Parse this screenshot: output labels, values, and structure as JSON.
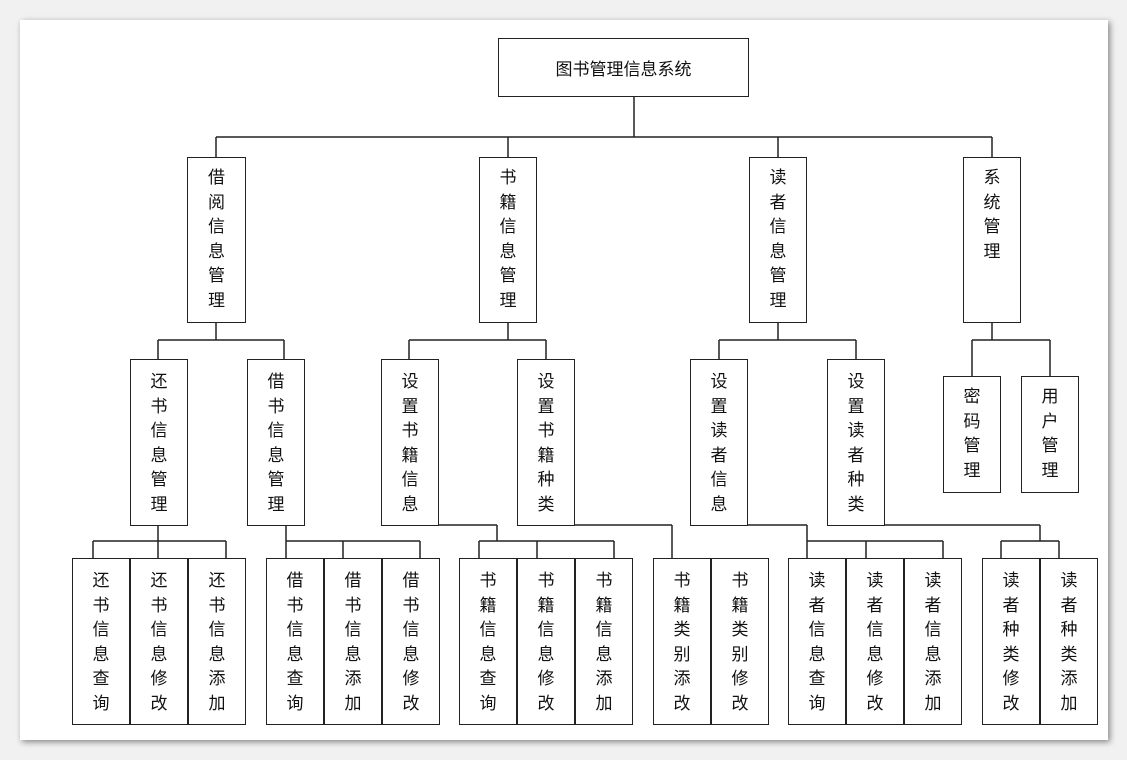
{
  "diagram": {
    "root": {
      "id": "root",
      "label": "图书管理信息系统"
    },
    "modules": [
      {
        "id": "m1",
        "label": "借阅信息管理"
      },
      {
        "id": "m2",
        "label": "书籍信息管理"
      },
      {
        "id": "m3",
        "label": "读者信息管理"
      },
      {
        "id": "m4",
        "label": "系统管理"
      }
    ],
    "submodules": [
      {
        "id": "s1",
        "parent": "m1",
        "label": "还书信息管理"
      },
      {
        "id": "s2",
        "parent": "m1",
        "label": "借书信息管理"
      },
      {
        "id": "s3",
        "parent": "m2",
        "label": "设置书籍信息"
      },
      {
        "id": "s4",
        "parent": "m2",
        "label": "设置书籍种类"
      },
      {
        "id": "s5",
        "parent": "m3",
        "label": "设置读者信息"
      },
      {
        "id": "s6",
        "parent": "m3",
        "label": "设置读者种类"
      },
      {
        "id": "s7",
        "parent": "m4",
        "label": "密码管理"
      },
      {
        "id": "s8",
        "parent": "m4",
        "label": "用户管理"
      }
    ],
    "functions": [
      {
        "id": "f1",
        "parent": "s1",
        "label": "还书信息查询"
      },
      {
        "id": "f2",
        "parent": "s1",
        "label": "还书信息修改"
      },
      {
        "id": "f3",
        "parent": "s1",
        "label": "还书信息添加"
      },
      {
        "id": "f4",
        "parent": "s2",
        "label": "借书信息查询"
      },
      {
        "id": "f5",
        "parent": "s2",
        "label": "借书信息添加"
      },
      {
        "id": "f6",
        "parent": "s2",
        "label": "借书信息修改"
      },
      {
        "id": "f7",
        "parent": "s3",
        "label": "书籍信息查询"
      },
      {
        "id": "f8",
        "parent": "s3",
        "label": "书籍信息修改"
      },
      {
        "id": "f9",
        "parent": "s3",
        "label": "书籍信息添加"
      },
      {
        "id": "f10",
        "parent": "s4",
        "label": "书籍类别添改"
      },
      {
        "id": "f11",
        "parent": "s4",
        "label": "书籍类别修改"
      },
      {
        "id": "f12",
        "parent": "s5",
        "label": "读者信息查询"
      },
      {
        "id": "f13",
        "parent": "s5",
        "label": "读者信息修改"
      },
      {
        "id": "f14",
        "parent": "s5",
        "label": "读者信息添加"
      },
      {
        "id": "f15",
        "parent": "s6",
        "label": "读者种类修改"
      },
      {
        "id": "f16",
        "parent": "s6",
        "label": "读者种类添加"
      }
    ]
  }
}
